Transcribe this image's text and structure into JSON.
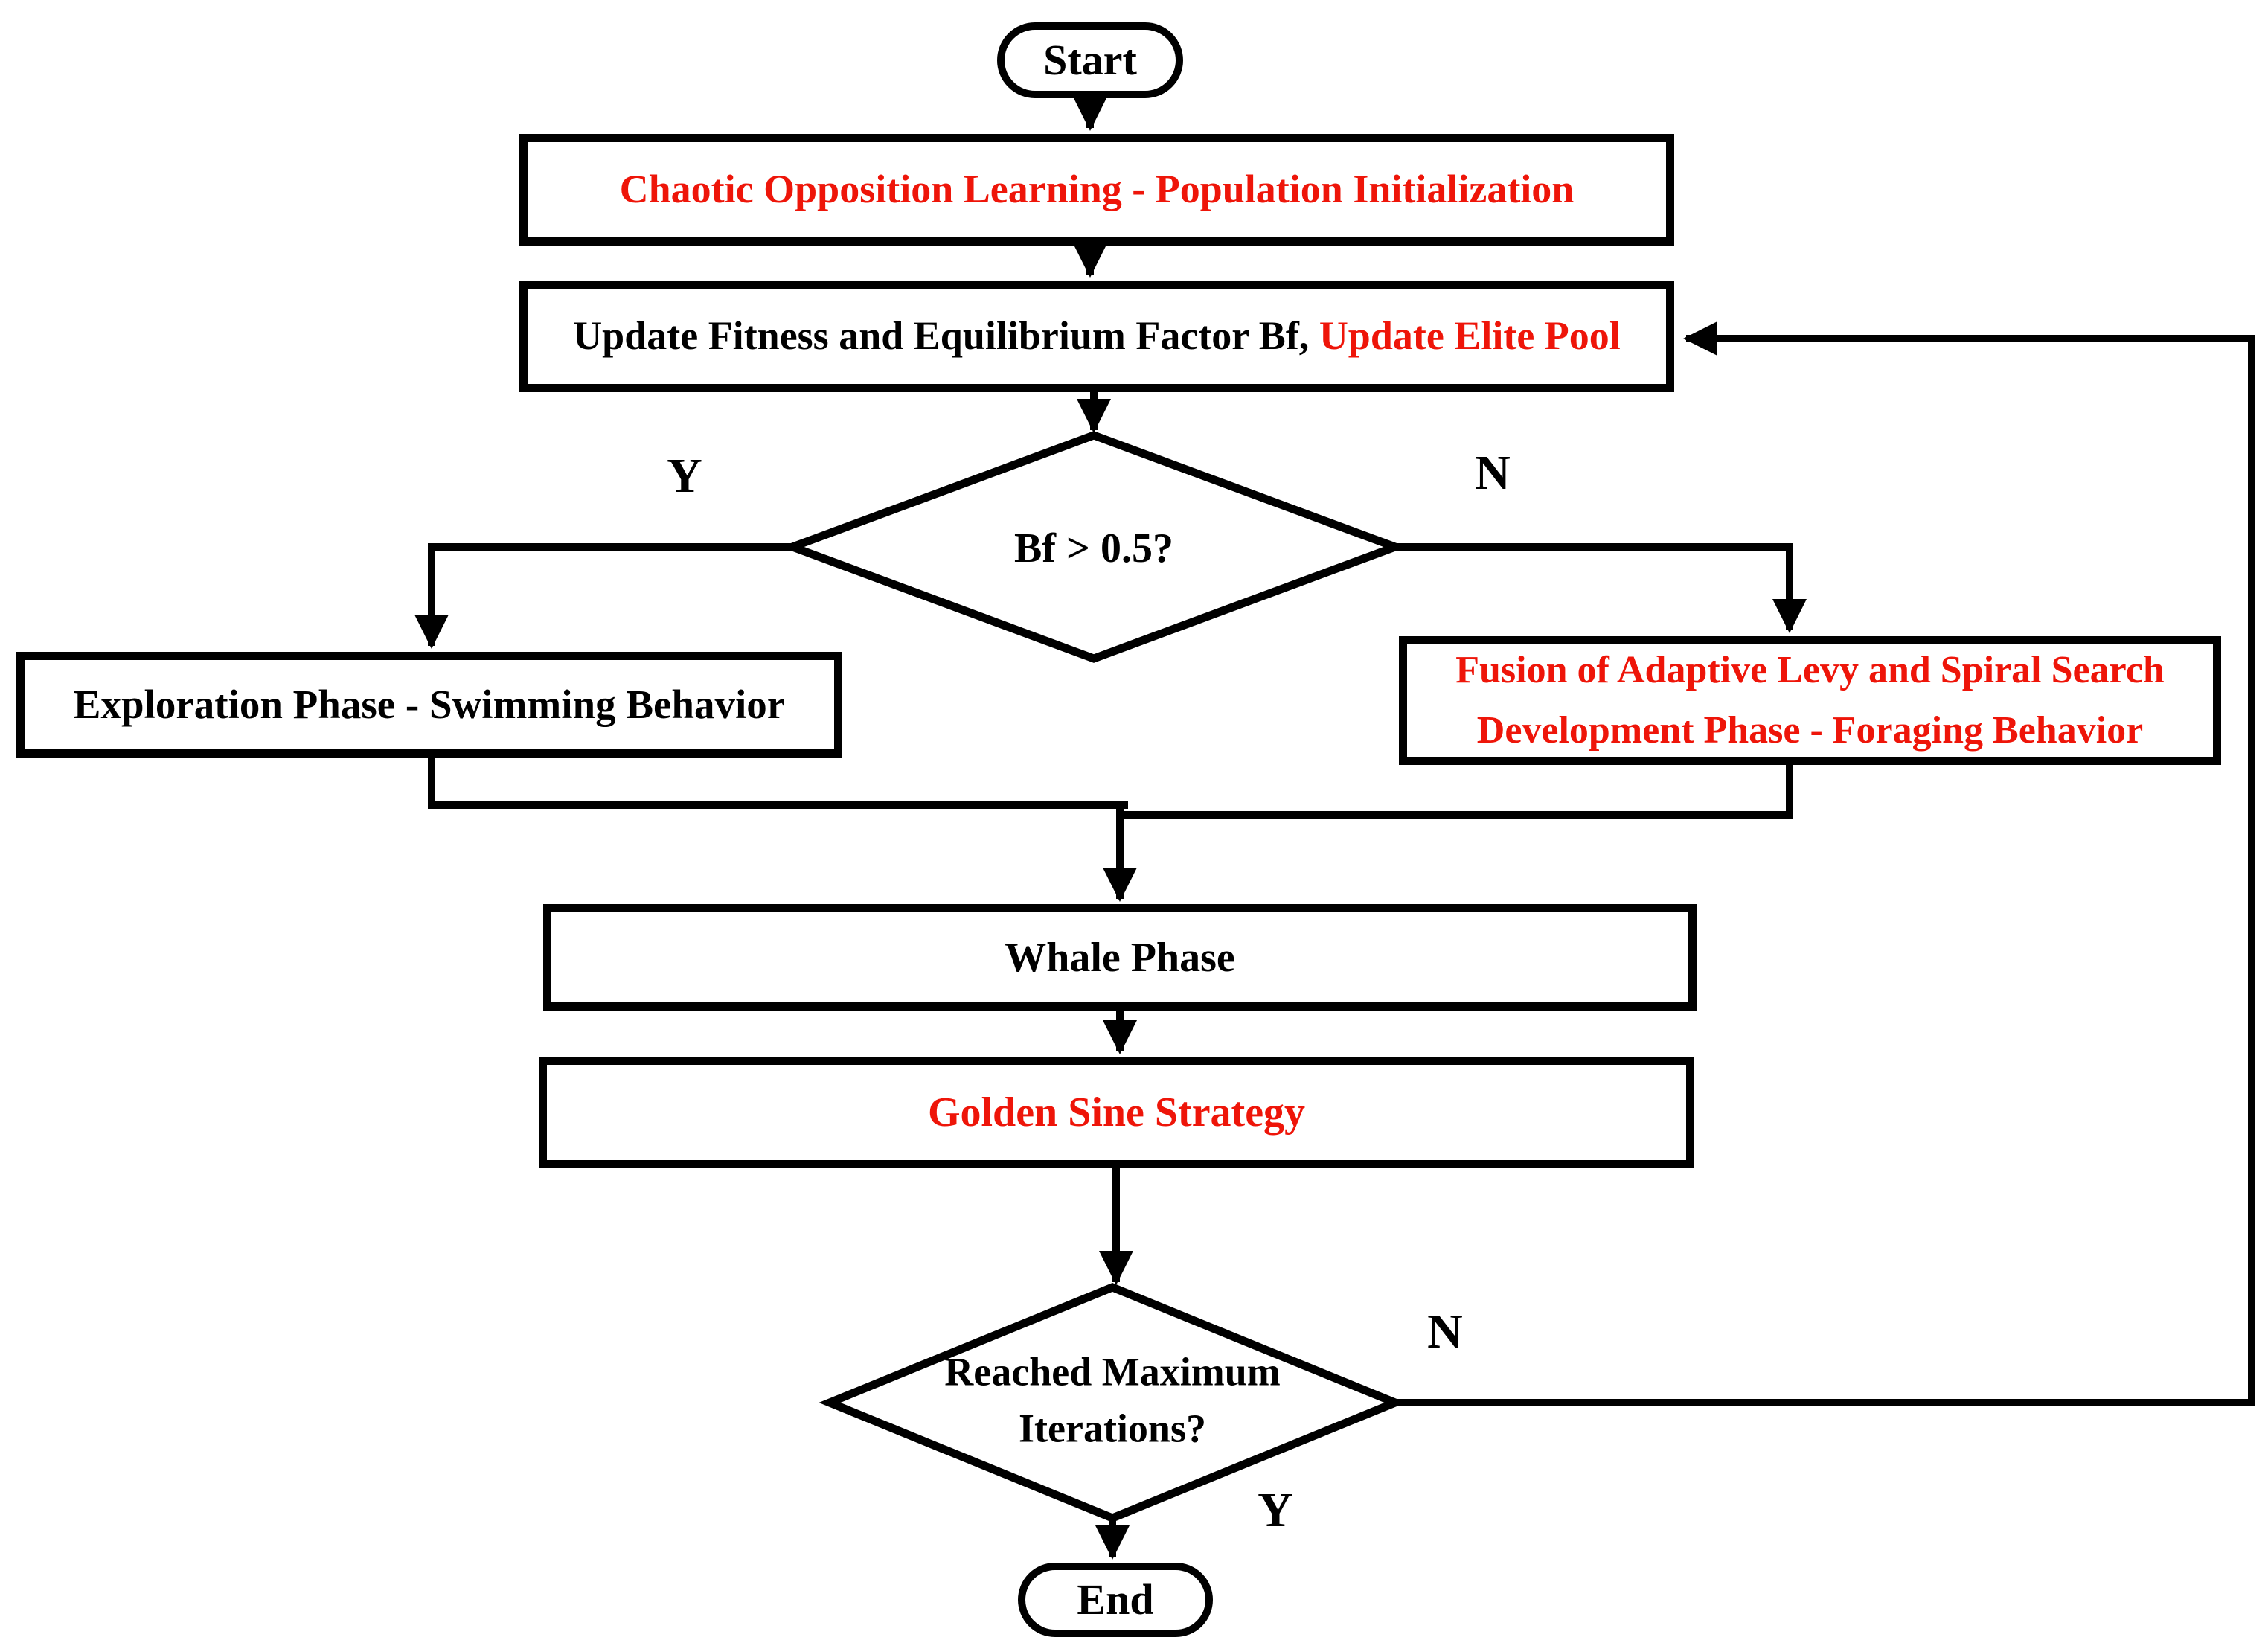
{
  "diagram": {
    "type": "flowchart",
    "colors": {
      "accent_red": "#ee1509",
      "line_black": "#000000",
      "background": "#ffffff"
    },
    "nodes": {
      "start": {
        "shape": "stadium",
        "label": "Start"
      },
      "init": {
        "shape": "rect",
        "text_color": "red",
        "label": "Chaotic Opposition Learning - Population Initialization"
      },
      "update": {
        "shape": "rect",
        "label_black": "Update Fitness and Equilibrium Factor Bf, ",
        "label_red": "Update Elite Pool"
      },
      "decision_bf": {
        "shape": "diamond",
        "label": "Bf > 0.5?",
        "yes_label": "Y",
        "no_label": "N"
      },
      "exploration": {
        "shape": "rect",
        "label": "Exploration Phase - Swimming Behavior"
      },
      "fusion": {
        "shape": "rect",
        "text_color": "red",
        "line1": "Fusion of Adaptive Levy and Spiral Search",
        "line2": "Development Phase - Foraging Behavior"
      },
      "whale": {
        "shape": "rect",
        "label": "Whale Phase"
      },
      "golden": {
        "shape": "rect",
        "text_color": "red",
        "label": "Golden Sine Strategy"
      },
      "decision_iter": {
        "shape": "diamond",
        "line1": "Reached Maximum",
        "line2": "Iterations?",
        "no_label": "N",
        "yes_label": "Y"
      },
      "end": {
        "shape": "stadium",
        "label": "End"
      }
    }
  }
}
